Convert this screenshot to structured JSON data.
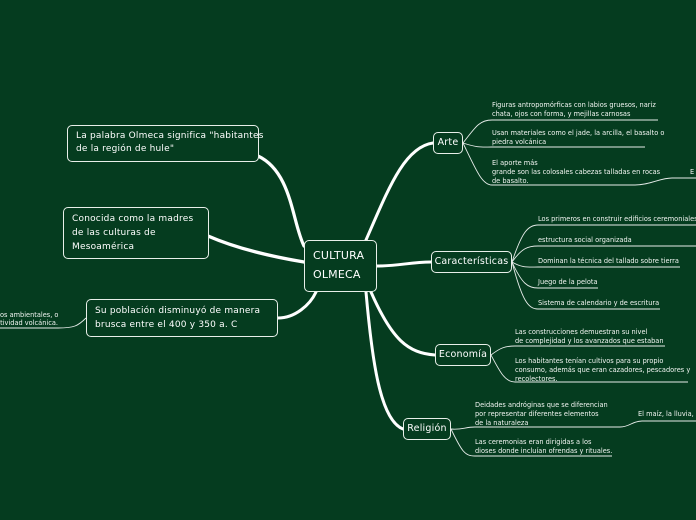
{
  "colors": {
    "background": "#053c1f",
    "line": "#ffffff",
    "box_border": "#e8efe9"
  },
  "center": {
    "line1": "CULTURA",
    "line2": "OLMECA"
  },
  "left_topics": {
    "meaning": {
      "line1": "La palabra Olmeca significa \"habitantes",
      "line2": "de la región de hule\""
    },
    "mother": {
      "line1": "Conocida como la madres",
      "line2": "de las culturas de",
      "line3": "Mesoamérica"
    },
    "population": {
      "line1": "Su población disminuyó de manera",
      "line2": "brusca entre el 400 y 350 a. C",
      "leaf_line1": "os ambientales, o",
      "leaf_line2": "tividad volcánica."
    }
  },
  "arte": {
    "label": "Arte",
    "items": [
      {
        "line1": "Figuras antropomórficas con labios gruesos, nariz",
        "line2": "chata, ojos con forma, y mejillas carnosas"
      },
      {
        "line1": "Usan materiales como el jade, la arcilla, el basalto o",
        "line2": "piedra volcánica"
      },
      {
        "line1": "El aporte más",
        "line2": "grande son las colosales cabezas talladas en rocas",
        "line3": "de basalto."
      }
    ],
    "sub_leaf": "E"
  },
  "caracteristicas": {
    "label": "Características",
    "items": [
      "Los primeros en construir edificios ceremoniales",
      "estructura social organizada",
      "Dominan la técnica del tallado sobre tierra",
      "Juego de la pelota",
      "Sistema de calendario y de escritura"
    ]
  },
  "economia": {
    "label": "Economía",
    "items": [
      {
        "line1": "Las construcciones demuestran su nivel",
        "line2": "de complejidad y los avanzados que estaban"
      },
      {
        "line1": "Los habitantes tenían cultivos para su propio",
        "line2": "consumo, además que eran cazadores, pescadores y",
        "line3": "recolectores."
      }
    ]
  },
  "religion": {
    "label": "Religión",
    "items": [
      {
        "line1": "Deidades andróginas que se diferencian",
        "line2": "por representar diferentes elementos",
        "line3": "de la naturaleza"
      },
      {
        "line1": "Las ceremonias eran dirigidas a los",
        "line2": "dioses donde incluían ofrendas y rituales."
      }
    ],
    "sub_leaf": "El maíz, la lluvia,"
  }
}
